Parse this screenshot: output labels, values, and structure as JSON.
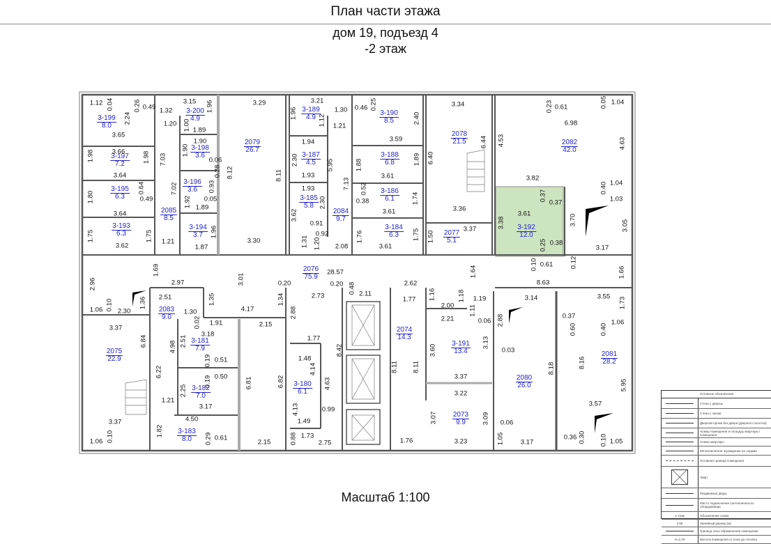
{
  "header": {
    "title": "План части этажа",
    "building": "дом 19, подъезд 4",
    "floor": "-2 этаж"
  },
  "footer": {
    "scale": "Масштаб 1:100"
  },
  "colors": {
    "room_label": "#2323c8",
    "highlight": "#cde4c0",
    "wall": "#555555"
  },
  "rooms": [
    {
      "num": "3-199",
      "area": "8.0"
    },
    {
      "num": "3-200",
      "area": "4.9"
    },
    {
      "num": "2079",
      "area": "26.7"
    },
    {
      "num": "3-197",
      "area": "7.2"
    },
    {
      "num": "3-198",
      "area": "3.6"
    },
    {
      "num": "3-196",
      "area": "3.6"
    },
    {
      "num": "3-195",
      "area": "6.3"
    },
    {
      "num": "2085",
      "area": "8.5"
    },
    {
      "num": "3-193",
      "area": "6.3"
    },
    {
      "num": "3-194",
      "area": "3.7"
    },
    {
      "num": "3-189",
      "area": "4.9"
    },
    {
      "num": "3-190",
      "area": "8.5"
    },
    {
      "num": "3-187",
      "area": "4.5"
    },
    {
      "num": "3-188",
      "area": "6.8"
    },
    {
      "num": "3-186",
      "area": "6.1"
    },
    {
      "num": "3-185",
      "area": "5.8"
    },
    {
      "num": "2084",
      "area": "9.7"
    },
    {
      "num": "3-184",
      "area": "6.3"
    },
    {
      "num": "2078",
      "area": "21.5"
    },
    {
      "num": "2077",
      "area": "5.1"
    },
    {
      "num": "2082",
      "area": "42.0"
    },
    {
      "num": "3-192",
      "area": "12.0"
    },
    {
      "num": "2076",
      "area": "75.9"
    },
    {
      "num": "2083",
      "area": "9.0"
    },
    {
      "num": "2075",
      "area": "22.9"
    },
    {
      "num": "3-181",
      "area": "7.9"
    },
    {
      "num": "3-182",
      "area": "7.0"
    },
    {
      "num": "3-183",
      "area": "8.0"
    },
    {
      "num": "3-180",
      "area": "6.1"
    },
    {
      "num": "2074",
      "area": "14.3"
    },
    {
      "num": "3-191",
      "area": "13.4"
    },
    {
      "num": "2073",
      "area": "9.9"
    },
    {
      "num": "2080",
      "area": "26.0"
    },
    {
      "num": "2081",
      "area": "28.2"
    }
  ],
  "dims": [
    "1.12",
    "0.04",
    "0.26",
    "0.49",
    "2.24",
    "1.32",
    "3.15",
    "1.96",
    "1.20",
    "1.00",
    "1.89",
    "3.65",
    "3.66",
    "1.98",
    "1.98",
    "7.03",
    "1.90",
    "1.90",
    "0.06",
    "0.28",
    "8.12",
    "8.11",
    "3.29",
    "3.64",
    "0.64",
    "7.02",
    "0.93",
    "1.80",
    "0.49",
    "1.92",
    "0.05",
    "1.89",
    "3.64",
    "1.75",
    "1.75",
    "1.96",
    "3.62",
    "1.21",
    "1.87",
    "3.30",
    "3.21",
    "1.96",
    "1.30",
    "0.46",
    "0.25",
    "1.12",
    "1.21",
    "2.40",
    "3.34",
    "1.94",
    "3.59",
    "2.30",
    "5.95",
    "1.88",
    "1.89",
    "6.40",
    "6.44",
    "1.93",
    "3.61",
    "7.13",
    "1.93",
    "0.52",
    "0.38",
    "1.74",
    "3.62",
    "2.30",
    "3.61",
    "3.36",
    "0.91",
    "0.92",
    "3.37",
    "1.31",
    "1.20",
    "1.76",
    "1.75",
    "1.50",
    "2.08",
    "3.61",
    "0.23",
    "0.61",
    "0.05",
    "1.04",
    "6.98",
    "4.53",
    "4.63",
    "3.82",
    "0.40",
    "1.04",
    "1.03",
    "0.37",
    "0.37",
    "3.61",
    "3.70",
    "3.38",
    "3.05",
    "0.25",
    "0.38",
    "3.17",
    "0.10",
    "0.61",
    "0.12",
    "1.66",
    "8.63",
    "3.14",
    "3.55",
    "1.73",
    "2.88",
    "0.37",
    "0.60",
    "0.40",
    "1.06",
    "0.03",
    "8.16",
    "8.18",
    "5.95",
    "3.57",
    "0.06",
    "1.05",
    "3.17",
    "0.36",
    "0.30",
    "0.10",
    "1.05",
    "2.96",
    "1.69",
    "3.01",
    "2.97",
    "2.51",
    "1.36",
    "1.06",
    "0.10",
    "2.30",
    "1.35",
    "0.20",
    "1.34",
    "4.17",
    "1.30",
    "1.91",
    "0.02",
    "3.18",
    "3.37",
    "2.51",
    "4.98",
    "6.84",
    "6.22",
    "0.19",
    "0.51",
    "0.19",
    "0.50",
    "6.81",
    "6.82",
    "2.25",
    "1.21",
    "3.17",
    "4.50",
    "3.37",
    "1.82",
    "0.10",
    "1.06",
    "0.29",
    "0.61",
    "2.15",
    "2.15",
    "2.88",
    "28.57",
    "1.64",
    "0.20",
    "0.48",
    "2.62",
    "2.11",
    "1.77",
    "1.16",
    "1.18",
    "2.00",
    "1.19",
    "1.11",
    "2.21",
    "0.06",
    "2.73",
    "1.77",
    "1.48",
    "4.14",
    "8.42",
    "3.60",
    "3.13",
    "8.11",
    "8.11",
    "3.37",
    "3.22",
    "4.63",
    "4.13",
    "0.99",
    "3.07",
    "3.09",
    "1.49",
    "0.88",
    "1.73",
    "2.75",
    "1.76",
    "3.23"
  ],
  "legend": {
    "title": "Условные обозначения",
    "items": [
      "Стена с дверью",
      "Стена с окном",
      "Дверной проем без двери (дверного полотна)",
      "Номер помещения и площадь квартиры / помещения",
      "Номер квартиры",
      "Металлическое ограждение на лоджии",
      "Условная граница помещения",
      "Лифт",
      "Раздвижная дверь",
      "Место подключения сантехнического оборудования",
      "Обозначение этажа",
      "Линейный размер (м)",
      "Граница зоны обременения помещения",
      "Высота помещения от пола до потолка"
    ],
    "symbols": [
      "",
      "",
      "",
      "",
      "",
      "",
      "",
      "",
      "",
      "",
      "2 этаж",
      "2.59",
      "",
      "Н=2.33"
    ]
  }
}
